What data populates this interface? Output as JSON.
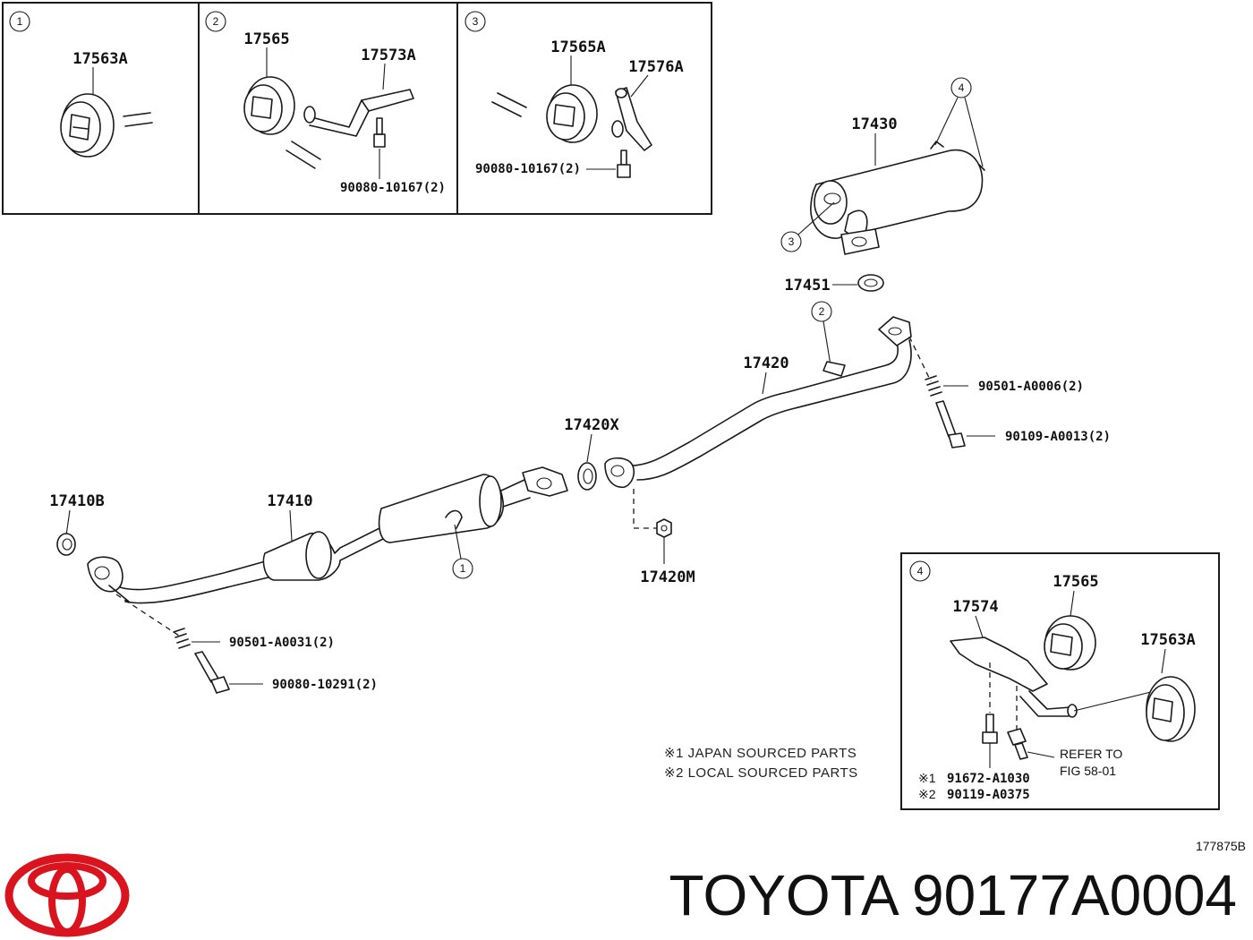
{
  "callouts": {
    "c1": "1",
    "c2": "2",
    "c3": "3",
    "c4": "4"
  },
  "parts": {
    "p17563A": "17563A",
    "p17565": "17565",
    "p17573A": "17573A",
    "p90080_10167_a": "90080-10167(2)",
    "p17565A": "17565A",
    "p17576A": "17576A",
    "p90080_10167_b": "90080-10167(2)",
    "p17430": "17430",
    "p17451": "17451",
    "p17420": "17420",
    "p90501_A0006": "90501-A0006(2)",
    "p90109_A0013": "90109-A0013(2)",
    "p17420X": "17420X",
    "p17410B": "17410B",
    "p17410": "17410",
    "p17420M": "17420M",
    "p90501_A0031": "90501-A0031(2)",
    "p90080_10291": "90080-10291(2)",
    "p17565_4": "17565",
    "p17574": "17574",
    "p17563A_4": "17563A",
    "p91672_A1030": "91672-A1030",
    "p90119_A0375": "90119-A0375"
  },
  "notes": {
    "japan": "※1 JAPAN SOURCED PARTS",
    "local": "※2 LOCAL SOURCED PARTS",
    "mark1": "※1",
    "mark2": "※2",
    "refer_line1": "REFER TO",
    "refer_line2": "FIG 58-01"
  },
  "figure_number": "177875B",
  "footer": {
    "title": "TOYOTA 90177A0004"
  },
  "colors": {
    "logo": "#d9141e",
    "lines": "#1a1a1a",
    "background": "#ffffff"
  }
}
